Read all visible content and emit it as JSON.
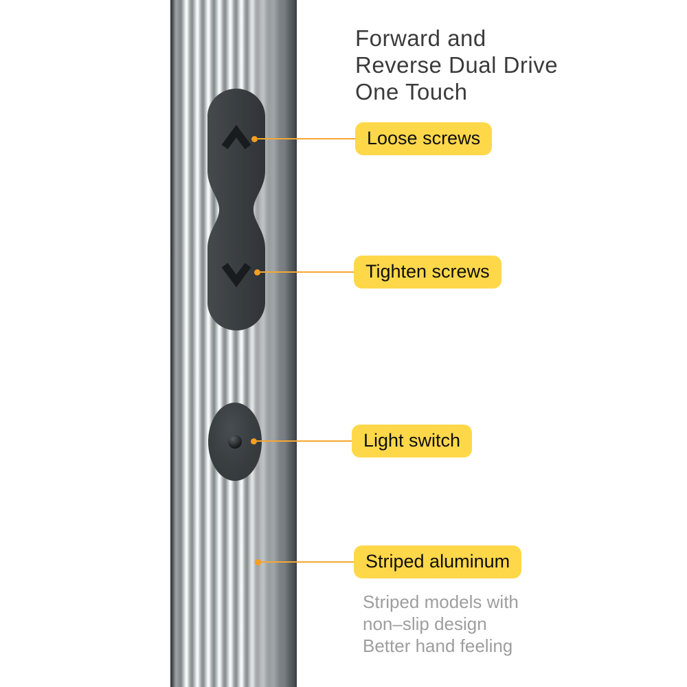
{
  "title": {
    "lines": [
      "Forward and",
      "Reverse Dual Drive",
      "One Touch"
    ]
  },
  "callouts": [
    {
      "label": "Loose screws"
    },
    {
      "label": "Tighten screws"
    },
    {
      "label": "Light switch"
    },
    {
      "label": "Striped aluminum"
    }
  ],
  "footnote": {
    "lines": [
      "Striped models with",
      "non–slip design",
      "Better hand feeling"
    ]
  },
  "colors": {
    "label_bg": "#FFD84A",
    "leader_line": "#F6A733",
    "leader_dot": "#F59E20",
    "title_text": "#3B3B3B",
    "footnote_text": "#9E9E9E",
    "button_dark": "#3B4043",
    "body_stripe_light": "#FBFCFC",
    "body_stripe_dark": "#868C8E"
  }
}
